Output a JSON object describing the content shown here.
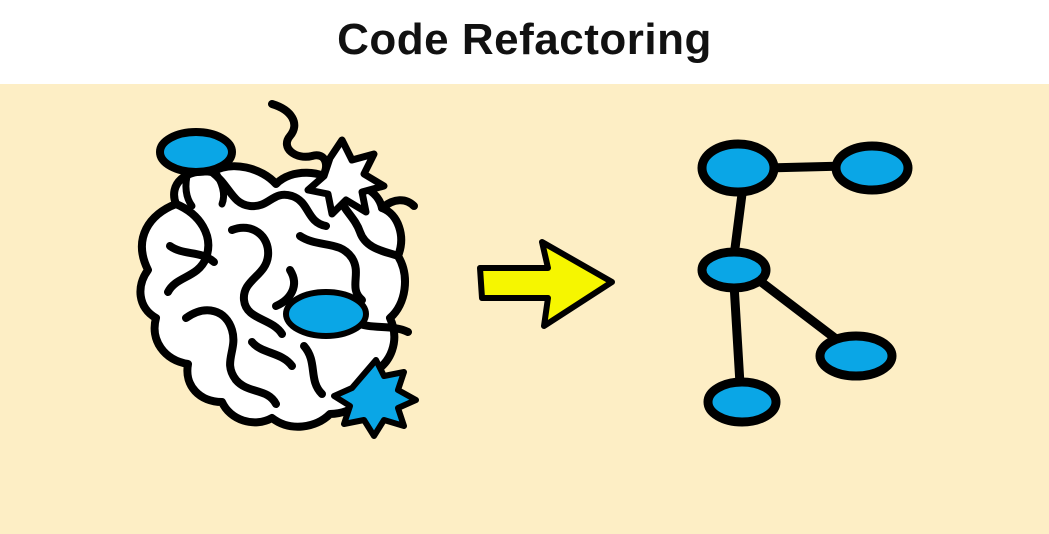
{
  "title": "Code Refactoring",
  "colors": {
    "background": "#fdeec5",
    "title_background": "#ffffff",
    "outline": "#000000",
    "node_fill": "#0aa6e6",
    "blob_fill": "#ffffff",
    "arrow_fill": "#f6f600"
  },
  "diagram": {
    "left": "tangled-code-blob",
    "connector": "right-arrow",
    "right": "tree-structure",
    "tree_node_count": 5
  }
}
